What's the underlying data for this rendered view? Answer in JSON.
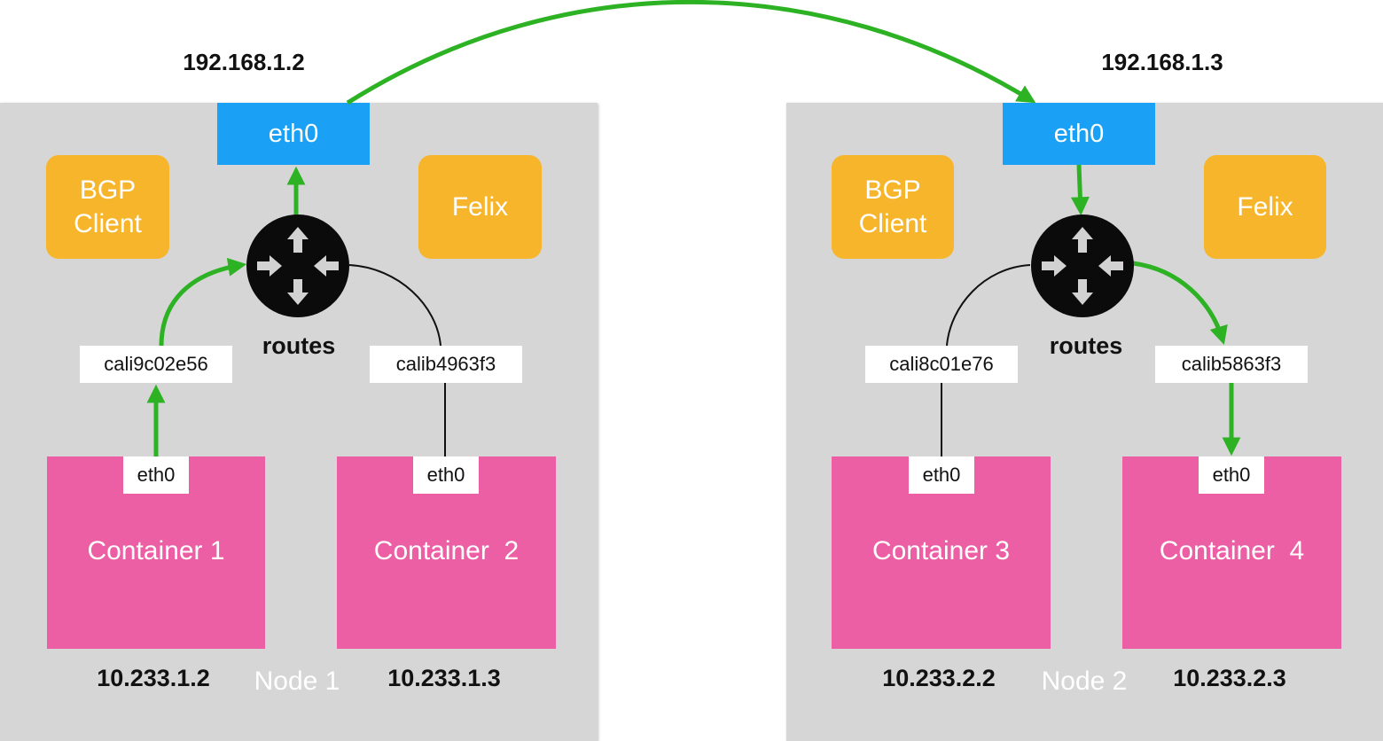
{
  "colors": {
    "node_bg": "#d6d6d6",
    "eth_main": "#1aa1f5",
    "agent": "#f7b52b",
    "container": "#ec5fa4",
    "arrow": "#2db224",
    "link": "#111111"
  },
  "node1": {
    "ip": "192.168.1.2",
    "eth": "eth0",
    "bgp": [
      "BGP",
      "Client"
    ],
    "felix": "Felix",
    "routes": "routes",
    "veth_left": "cali9c02e56",
    "veth_right": "calib4963f3",
    "container_left": {
      "name": "Container 1",
      "eth": "eth0",
      "ip": "10.233.1.2"
    },
    "container_right": {
      "name": "Container  2",
      "eth": "eth0",
      "ip": "10.233.1.3"
    },
    "label": "Node 1"
  },
  "node2": {
    "ip": "192.168.1.3",
    "eth": "eth0",
    "bgp": [
      "BGP",
      "Client"
    ],
    "felix": "Felix",
    "routes": "routes",
    "veth_left": "cali8c01e76",
    "veth_right": "calib5863f3",
    "container_left": {
      "name": "Container 3",
      "eth": "eth0",
      "ip": "10.233.2.2"
    },
    "container_right": {
      "name": "Container  4",
      "eth": "eth0",
      "ip": "10.233.2.3"
    },
    "label": "Node 2"
  },
  "icons": {
    "router": "router-icon"
  }
}
